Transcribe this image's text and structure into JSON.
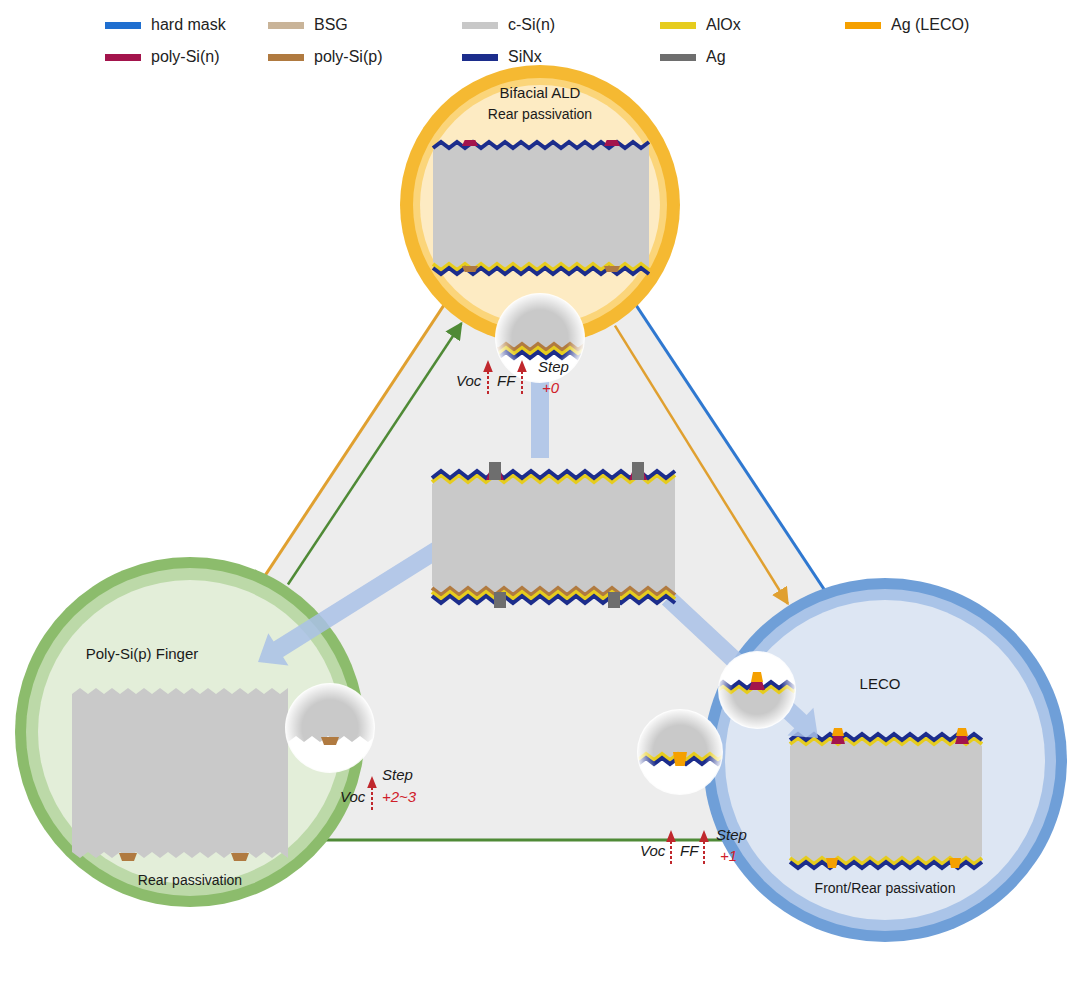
{
  "diagram": {
    "nodes": [
      {
        "text": [
          "Bifacial ALD",
          "Rear passivation"
        ]
      },
      {
        "text": [
          "Poly-Si(p) Finger",
          "Rear passivation"
        ]
      },
      {
        "text": [
          "LECO",
          "Front/Rear passivation"
        ]
      }
    ],
    "edges": [
      {
        "from": 1,
        "to": 0,
        "arrow": "to"
      },
      {
        "from": 0,
        "to": 2,
        "arrow": "to"
      }
    ],
    "labels": [
      "Voc",
      "FF",
      "Step",
      "+0",
      "Voc",
      "Step",
      "+2~3",
      "Voc",
      "FF",
      "Step",
      "+1"
    ],
    "legend": [
      {
        "text": "hard mask",
        "color": "#1f6fd0"
      },
      {
        "text": "BSG",
        "color": "#c9b499"
      },
      {
        "text": "c-Si(n)",
        "color": "#c8c8c8"
      },
      {
        "text": "AlOx",
        "color": "#e6cc1e"
      },
      {
        "text": "Ag (LECO)",
        "color": "#f5a000"
      },
      {
        "text": "poly-Si(n)",
        "color": "#a3144c"
      },
      {
        "text": "poly-Si(p)",
        "color": "#b07a40"
      },
      {
        "text": "SiNx",
        "color": "#1c2d8c"
      },
      {
        "text": "Ag",
        "color": "#6e6e6e"
      }
    ]
  }
}
